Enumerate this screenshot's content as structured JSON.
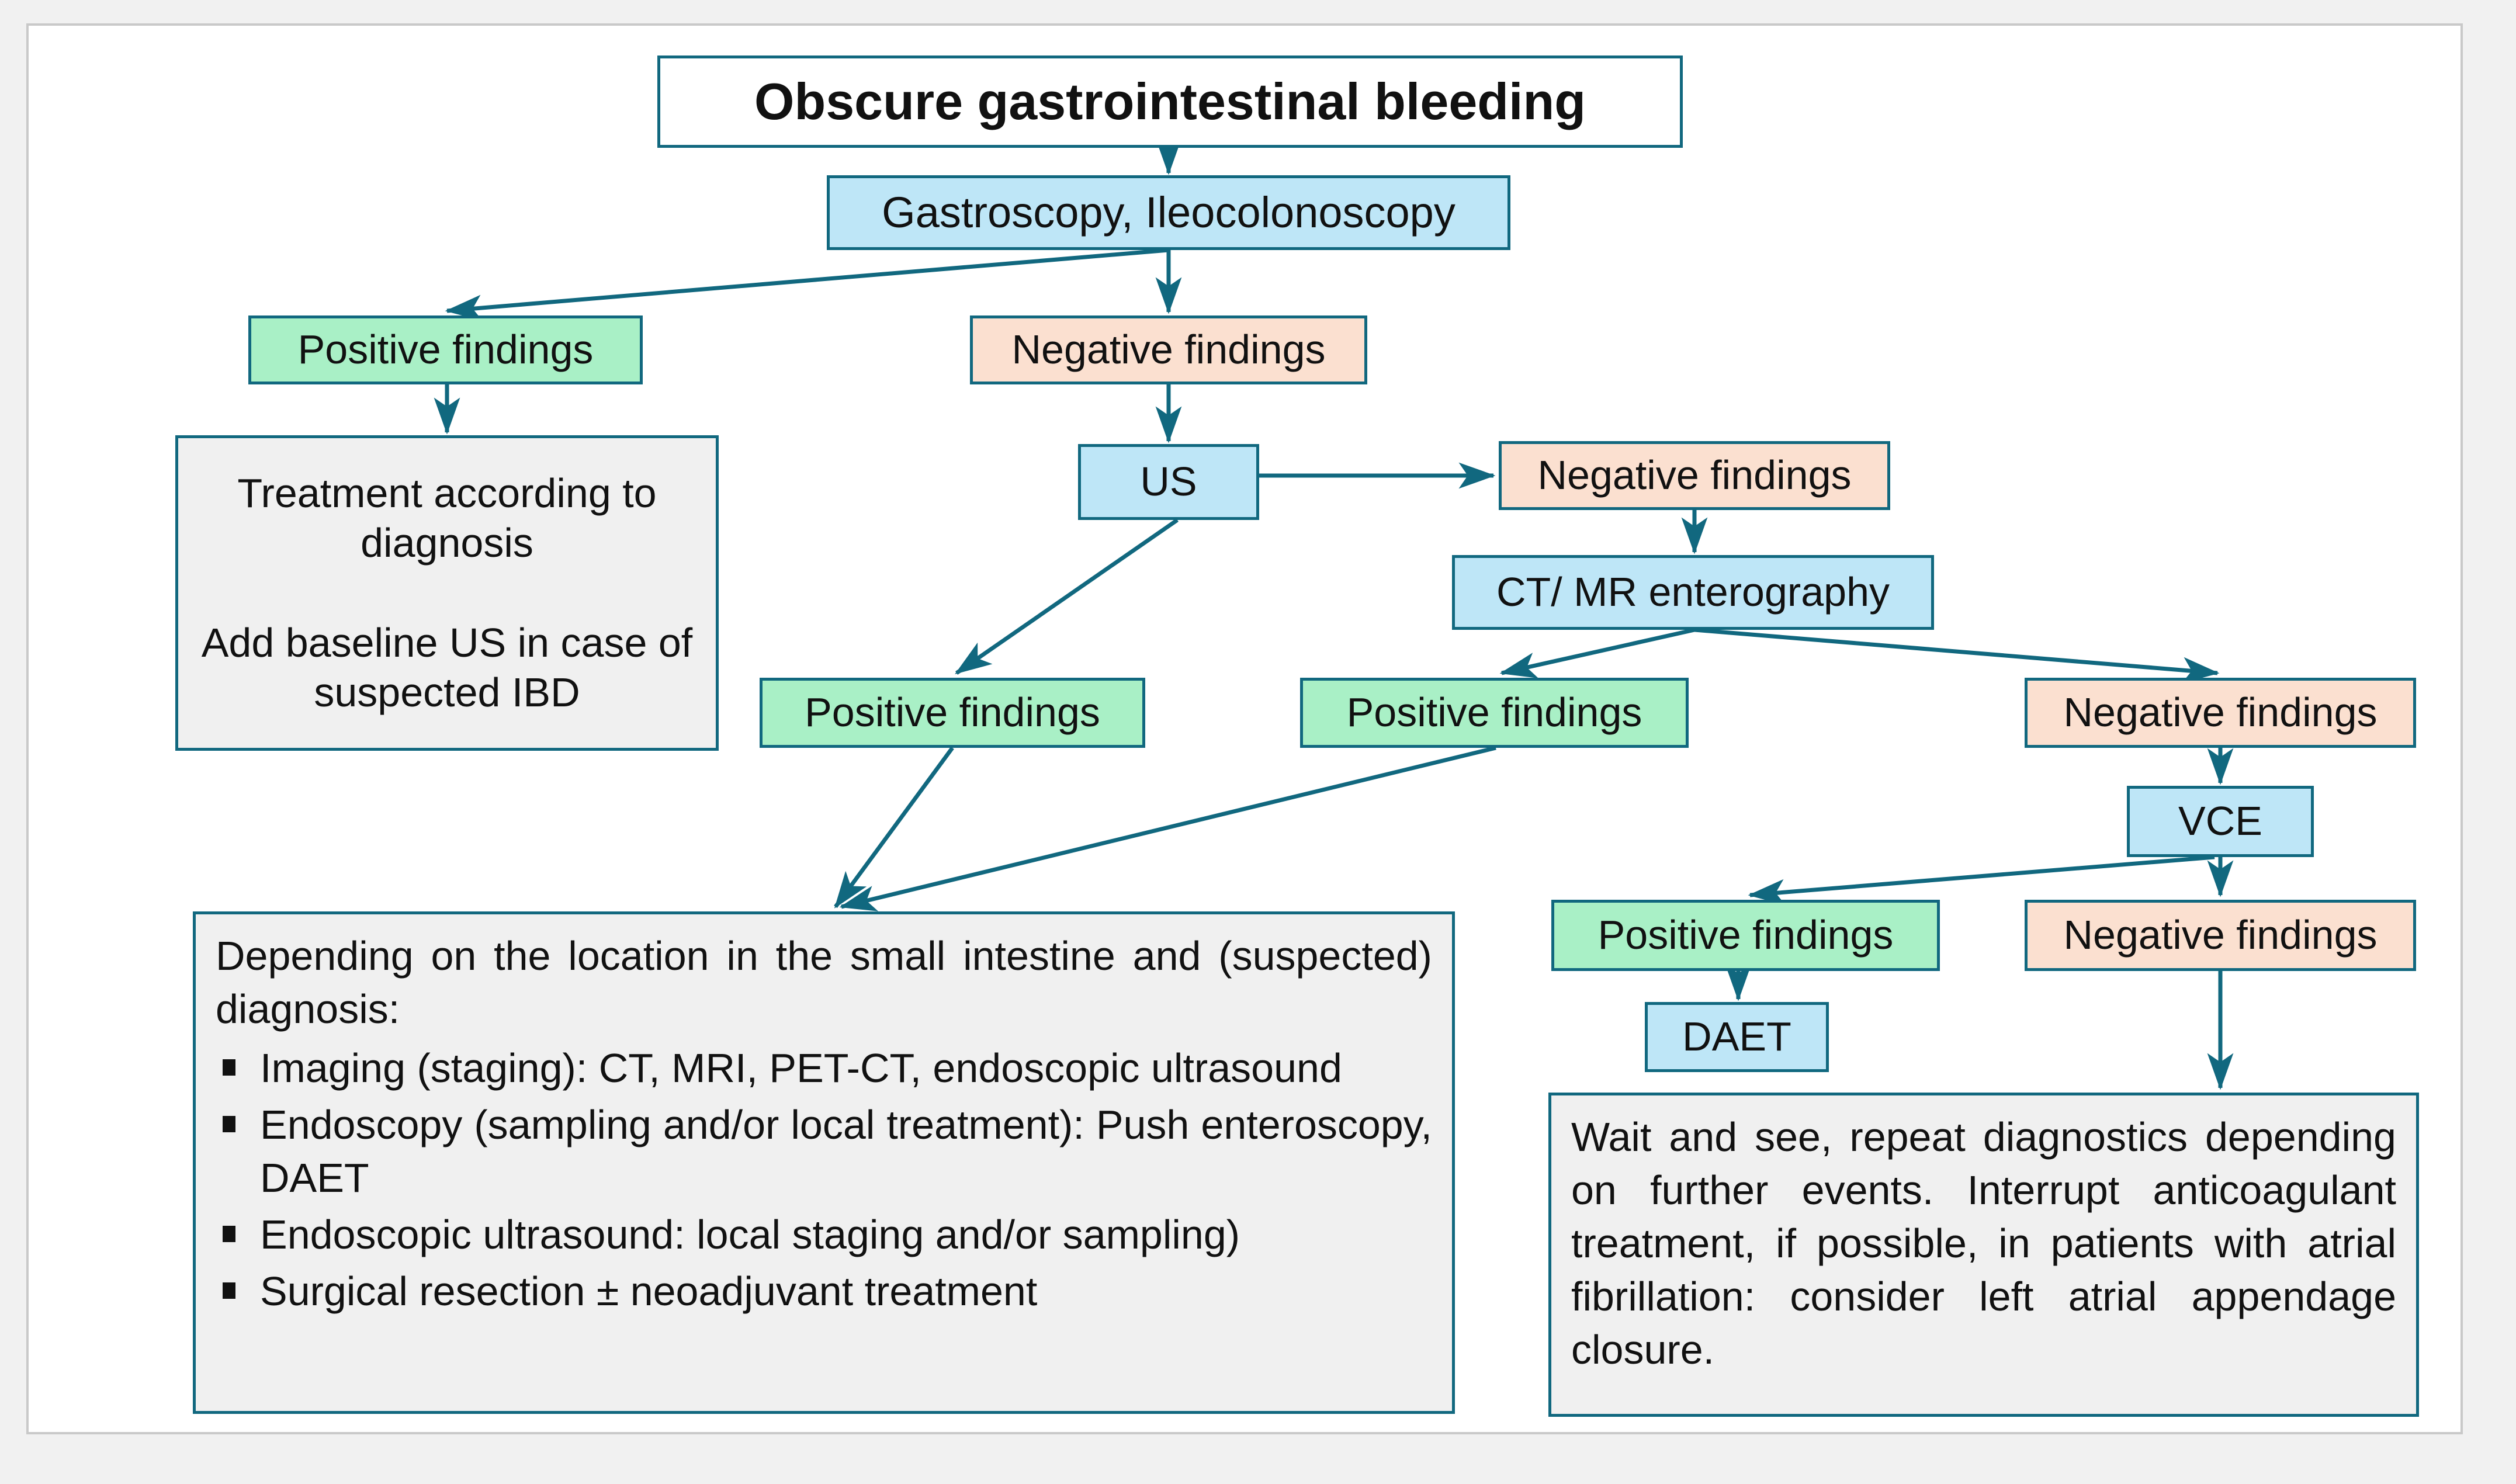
{
  "diagram": {
    "title": "Obscure gastrointestinal bleeding",
    "accent_border": "#11687f",
    "fill_blue": "#bee6f7",
    "fill_green": "#a9f0c6",
    "fill_peach": "#fbe0d0",
    "fill_gray": "#f0f0f0",
    "frame_border": "#c9c9c9",
    "page_background": "#f1f1f1"
  },
  "nodes": {
    "title": "Obscure gastrointestinal bleeding",
    "gastroscopy": "Gastroscopy, Ileocolonoscopy",
    "positive_1": "Positive findings",
    "negative_1": "Negative findings",
    "treatment": {
      "line1": "Treatment according to diagnosis",
      "line2": "Add baseline US in case of suspected IBD"
    },
    "us": "US",
    "negative_2": "Negative findings",
    "ct_mr_enterography": "CT/ MR enterography",
    "positive_2": "Positive findings",
    "positive_3": "Positive findings",
    "negative_3": "Negative findings",
    "vce": "VCE",
    "positive_4": "Positive findings",
    "negative_4": "Negative findings",
    "daet": "DAET",
    "small_intestine_panel": {
      "intro": "Depending on the location in the small intestine and (suspected) diagnosis:",
      "bullets": [
        "Imaging (staging): CT, MRI, PET-CT, endoscopic ultrasound",
        "Endoscopy (sampling and/or local treatment): Push enteroscopy, DAET",
        "Endoscopic ultrasound: local staging and/or sampling)",
        "Surgical resection ± neoadjuvant treatment"
      ]
    },
    "wait_and_see_panel": {
      "text": "Wait and see, repeat diagnostics depending on further events. Interrupt anticoagulant treatment, if possible, in patients with atrial fibrillation: consider left atrial appendage closure."
    }
  },
  "edges": [
    {
      "from": "title",
      "to": "gastroscopy"
    },
    {
      "from": "gastroscopy",
      "to": "positive_1"
    },
    {
      "from": "gastroscopy",
      "to": "negative_1"
    },
    {
      "from": "positive_1",
      "to": "treatment"
    },
    {
      "from": "negative_1",
      "to": "us"
    },
    {
      "from": "us",
      "to": "negative_2"
    },
    {
      "from": "us",
      "to": "positive_2"
    },
    {
      "from": "negative_2",
      "to": "ct_mr_enterography"
    },
    {
      "from": "ct_mr_enterography",
      "to": "positive_3"
    },
    {
      "from": "ct_mr_enterography",
      "to": "negative_3"
    },
    {
      "from": "positive_2",
      "to": "small_intestine_panel"
    },
    {
      "from": "positive_3",
      "to": "small_intestine_panel"
    },
    {
      "from": "negative_3",
      "to": "vce"
    },
    {
      "from": "vce",
      "to": "positive_4"
    },
    {
      "from": "vce",
      "to": "negative_4"
    },
    {
      "from": "positive_4",
      "to": "daet"
    },
    {
      "from": "negative_4",
      "to": "wait_and_see_panel"
    }
  ]
}
